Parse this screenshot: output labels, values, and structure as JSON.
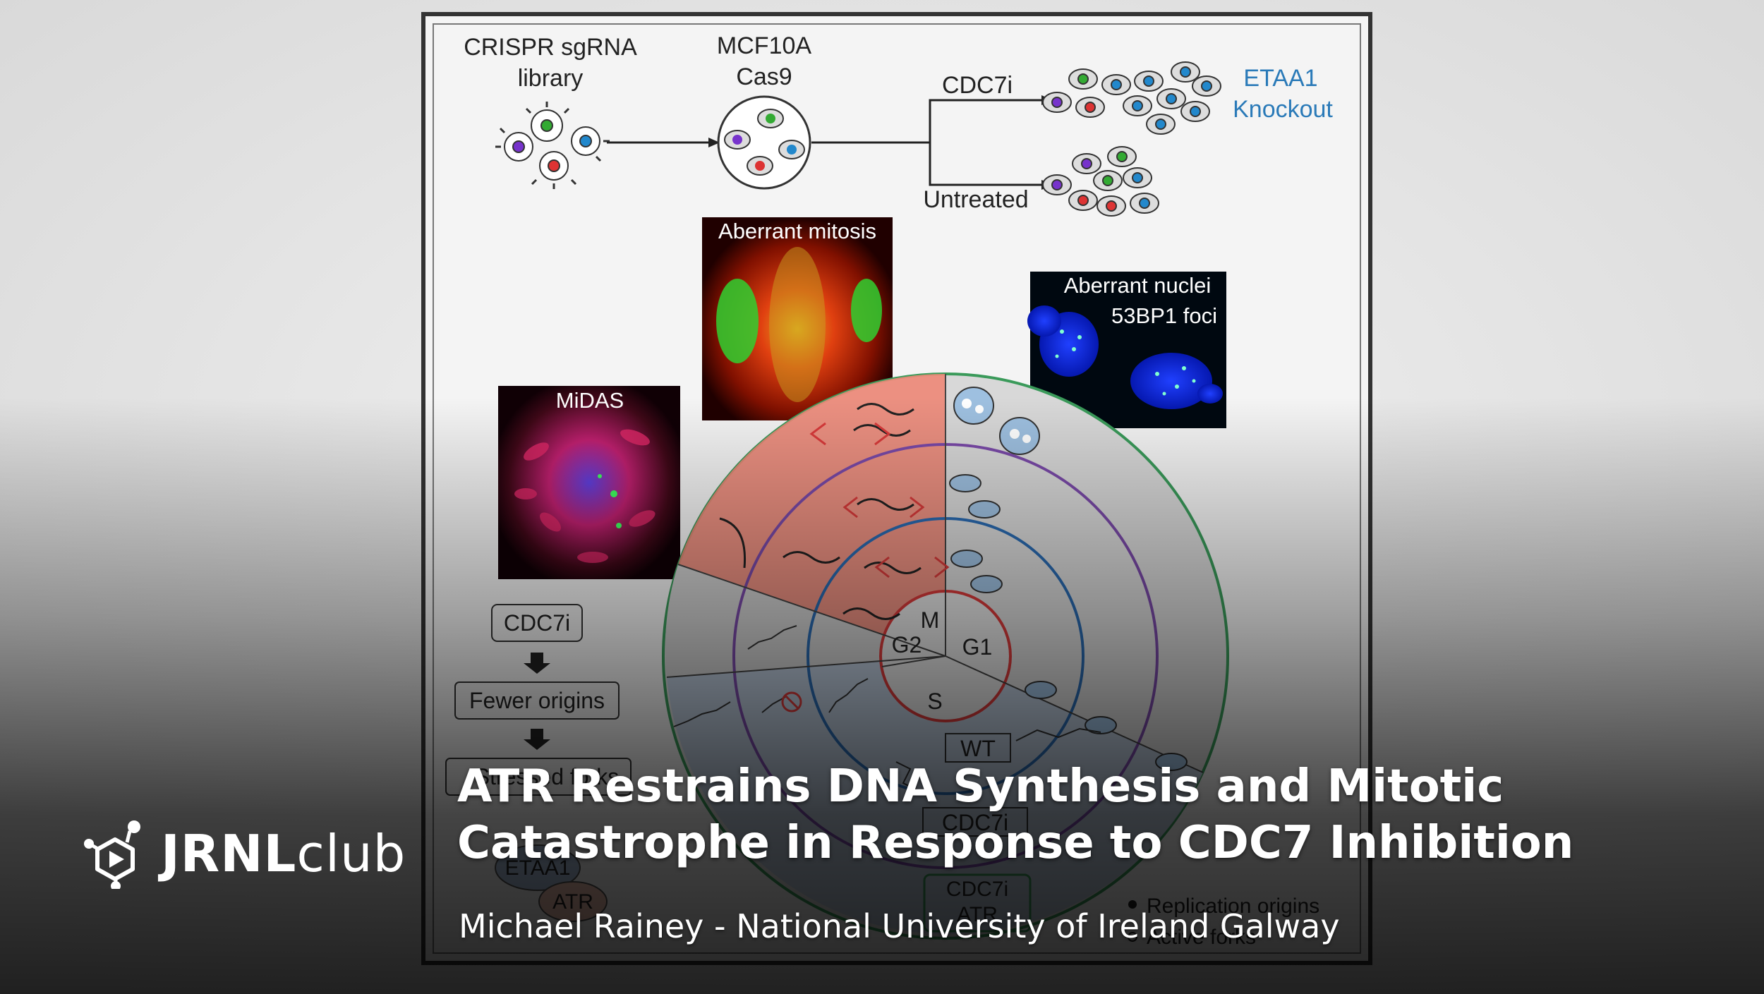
{
  "figure": {
    "crispr_library": "CRISPR sgRNA",
    "crispr_library_2": "library",
    "cell_line": "MCF10A",
    "cell_line_2": "Cas9",
    "treatment": "CDC7i",
    "untreated": "Untreated",
    "knockout": "ETAA1",
    "knockout_2": "Knockout",
    "panel_mitosis": "Aberrant mitosis",
    "panel_nuclei": "Aberrant nuclei",
    "panel_nuclei_2": "53BP1 foci",
    "panel_midas": "MiDAS",
    "phase_m": "M",
    "phase_g1": "G1",
    "phase_g2": "G2",
    "phase_s": "S",
    "ring_wt": "WT",
    "ring_cdc7i": "CDC7i",
    "ring_cdc7i_atr": "CDC7i",
    "ring_atr": "ATR",
    "flow_1": "CDC7i",
    "flow_2": "Fewer origins",
    "flow_3": "Stressed forks",
    "flow_4": "ETAA1",
    "flow_5": "ATR",
    "legend_1": "Replication origins",
    "legend_2": "Active forks"
  },
  "brand": {
    "logo_bold": "JRNL",
    "logo_light": "club"
  },
  "title": "ATR Restrains DNA Synthesis and Mitotic Catastrophe in Response to CDC7 Inhibition",
  "subtitle": "Michael Rainey - National University of Ireland Galway"
}
